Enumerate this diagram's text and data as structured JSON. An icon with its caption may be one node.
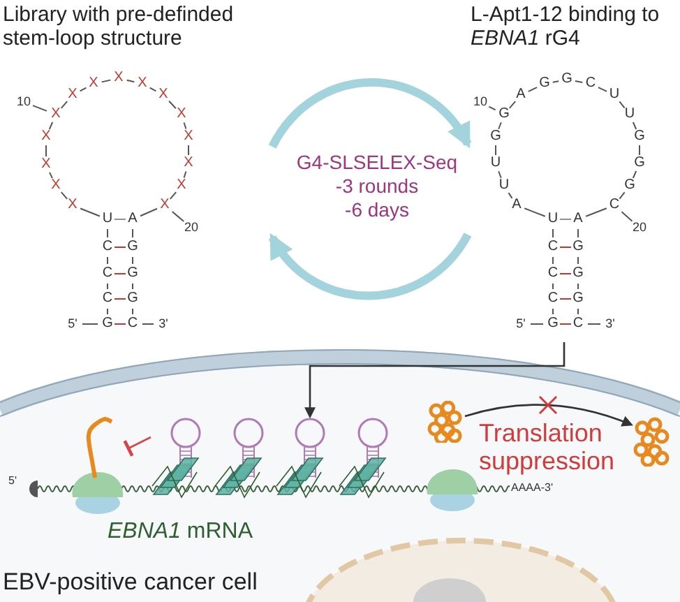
{
  "diagram": {
    "nodes": [
      {
        "text": [
          "Library with pre-definded stem-loop structure"
        ]
      },
      {
        "text": [
          "L-Apt1-12 binding to *EBNA1* rG4"
        ]
      },
      {
        "text": [
          "EBV-positive cancer cell"
        ]
      },
      {
        "text": [
          "*EBNA1* mRNA"
        ],
        "in": 2
      },
      {
        "text": [],
        "shape": "picture",
        "in": 2
      },
      {
        "text": [],
        "shape": "picture",
        "in": 2
      },
      {
        "text": [],
        "shape": "picture",
        "in": 2
      },
      {
        "text": [],
        "shape": "picture",
        "in": 2
      },
      {
        "text": [],
        "shape": "picture",
        "in": 2
      },
      {
        "text": [],
        "shape": "picture",
        "in": 2
      },
      {
        "text": [],
        "shape": "picture",
        "in": 2
      },
      {
        "text": [
          "Translation suppression"
        ],
        "in": 2
      },
      {
        "text": [],
        "shape": "picture",
        "in": 2
      }
    ],
    "edges": [
      {
        "from": 0,
        "to": 1,
        "arrow": "to",
        "style": "thick",
        "color": "#a3d3dc"
      },
      {
        "from": 1,
        "to": 0,
        "arrow": "to",
        "style": "thick",
        "color": "#a3d3dc"
      },
      {
        "from": 1,
        "to": 7,
        "arrow": "to",
        "color": "#333333"
      },
      {
        "from": 5,
        "to": 4,
        "arrow": "other",
        "color": "#d64545"
      },
      {
        "from": 10,
        "to": 12,
        "arrow": "to",
        "color": "#333333"
      }
    ],
    "labels": [
      "X",
      "X",
      "X",
      "X",
      "X",
      "X",
      "X",
      "X",
      "X",
      "X",
      "X",
      "X",
      "X",
      "X",
      "X",
      "U",
      "A",
      "C",
      "G",
      "C",
      "G",
      "C",
      "G",
      "G",
      "C",
      "10",
      "20",
      "5'",
      "3'",
      "G4-SLSELEX-Seq -3 rounds -6 days",
      "A",
      "U",
      "U",
      "G",
      "G",
      "A",
      "G",
      "G",
      "C",
      "U",
      "U",
      "G",
      "G",
      "G",
      "C",
      "U",
      "A",
      "C",
      "G",
      "C",
      "G",
      "C",
      "G",
      "G",
      "C",
      "10",
      "20",
      "5'",
      "3'",
      "5'",
      "AAAA-3'"
    ]
  }
}
